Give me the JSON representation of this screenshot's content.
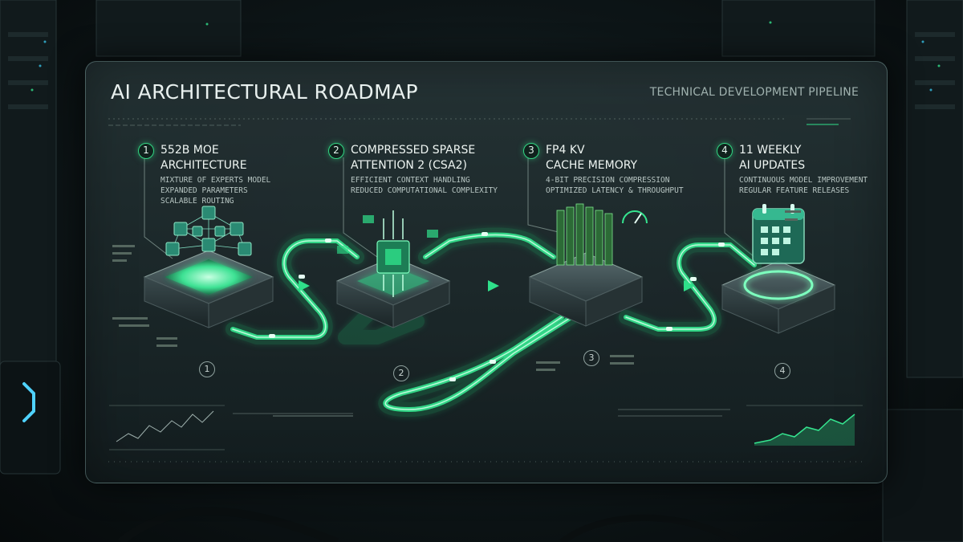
{
  "header": {
    "title": "AI ARCHITECTURAL ROADMAP",
    "subtitle": "TECHNICAL DEVELOPMENT PIPELINE"
  },
  "stages": [
    {
      "number": "1",
      "title_lines": [
        "552B MOE",
        "ARCHITECTURE"
      ],
      "details": [
        "MIXTURE OF EXPERTS MODEL",
        "EXPANDED PARAMETERS",
        "SCALABLE ROUTING"
      ],
      "footer_label": "1",
      "icon": "cube-network-icon"
    },
    {
      "number": "2",
      "title_lines": [
        "COMPRESSED SPARSE",
        "ATTENTION 2 (CSA2)"
      ],
      "details": [
        "EFFICIENT CONTEXT HANDLING",
        "REDUCED COMPUTATIONAL COMPLEXITY"
      ],
      "footer_label": "2",
      "icon": "processor-chip-icon"
    },
    {
      "number": "3",
      "title_lines": [
        "FP4 KV",
        "CACHE MEMORY"
      ],
      "details": [
        "4-BIT PRECISION COMPRESSION",
        "OPTIMIZED LATENCY & THROUGHPUT"
      ],
      "footer_label": "3",
      "icon": "memory-modules-icon"
    },
    {
      "number": "4",
      "title_lines": [
        "11 WEEKLY",
        "AI UPDATES"
      ],
      "details": [
        "CONTINUOUS MODEL IMPROVEMENT",
        "REGULAR FEATURE RELEASES"
      ],
      "footer_label": "4",
      "icon": "calendar-icon"
    }
  ],
  "colors": {
    "accent": "#2fe08a",
    "accent_glow": "#7dffbe",
    "panel": "#1f2c2e",
    "text": "#e8f0ee",
    "muted": "#9fb1ae"
  }
}
